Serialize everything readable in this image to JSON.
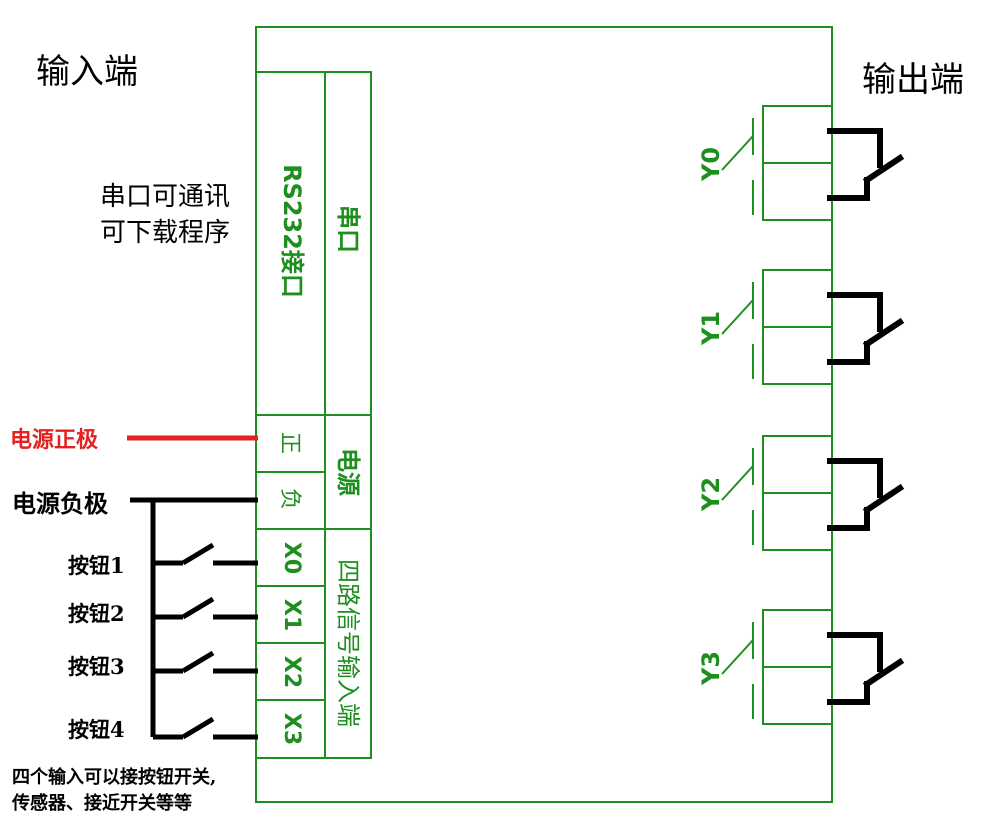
{
  "input_title": "输入端",
  "output_title": "输出端",
  "serial_note_1": "串口可通讯",
  "serial_note_2": "可下载程序",
  "rs232_label": "RS232接口",
  "serial_label": "串口",
  "power_positive": "电源正极",
  "power_negative": "电源负极",
  "terminal_positive": "正",
  "terminal_negative": "负",
  "power_label": "电源",
  "input_terminals": [
    "X0",
    "X1",
    "X2",
    "X3"
  ],
  "input_group_label": "四路信号输入端",
  "buttons": [
    "按钮1",
    "按钮2",
    "按钮3",
    "按钮4"
  ],
  "outputs": [
    "Y0",
    "Y1",
    "Y2",
    "Y3"
  ],
  "bottom_note_1": "四个输入可以接按钮开关,",
  "bottom_note_2": "传感器、接近开关等等",
  "colors": {
    "green": "#1e8f1e",
    "red": "#e52121",
    "black": "#000000"
  }
}
